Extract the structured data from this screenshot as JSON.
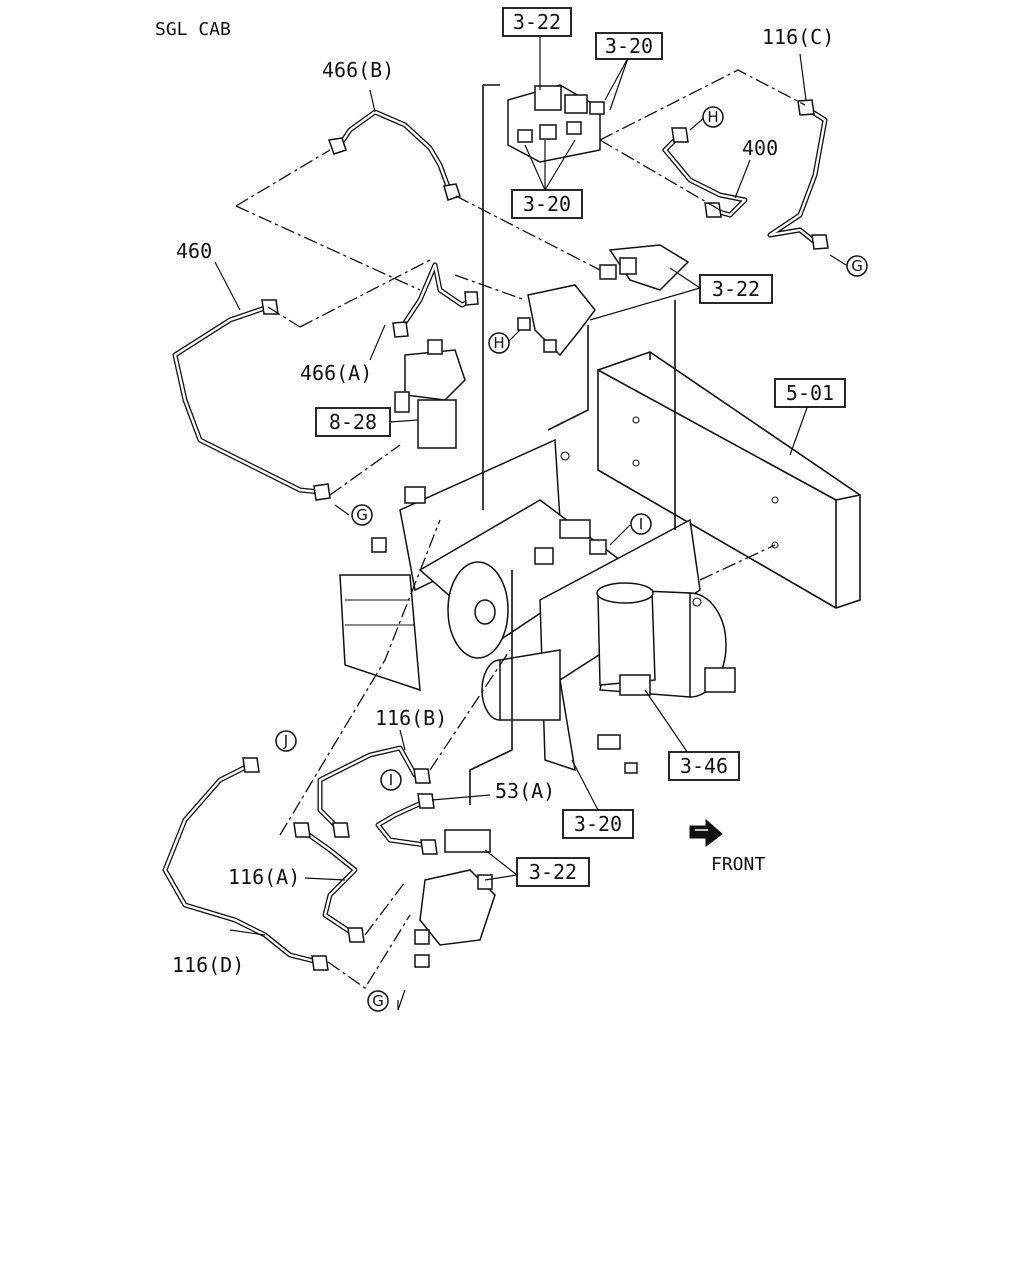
{
  "title": "SGL CAB",
  "front_label": "FRONT",
  "labels": {
    "l466b": "466(B)",
    "l460": "460",
    "l466a": "466(A)",
    "l116c": "116(C)",
    "l400": "400",
    "l116b": "116(B)",
    "l53a": "53(A)",
    "l116a": "116(A)",
    "l116d": "116(D)"
  },
  "ref_boxes": {
    "r322_top": "3-22",
    "r320_topright": "3-20",
    "r320_mid": "3-20",
    "r322_right": "3-22",
    "r828": "8-28",
    "r501": "5-01",
    "r346": "3-46",
    "r320_bottom": "3-20",
    "r322_bottom": "3-22"
  },
  "circle_markers": {
    "h_top": "H",
    "g_top": "G",
    "h_left": "H",
    "g_left": "G",
    "i_mid": "I",
    "j_bottom": "J",
    "i_bottom": "I",
    "g_bottom": "G"
  }
}
